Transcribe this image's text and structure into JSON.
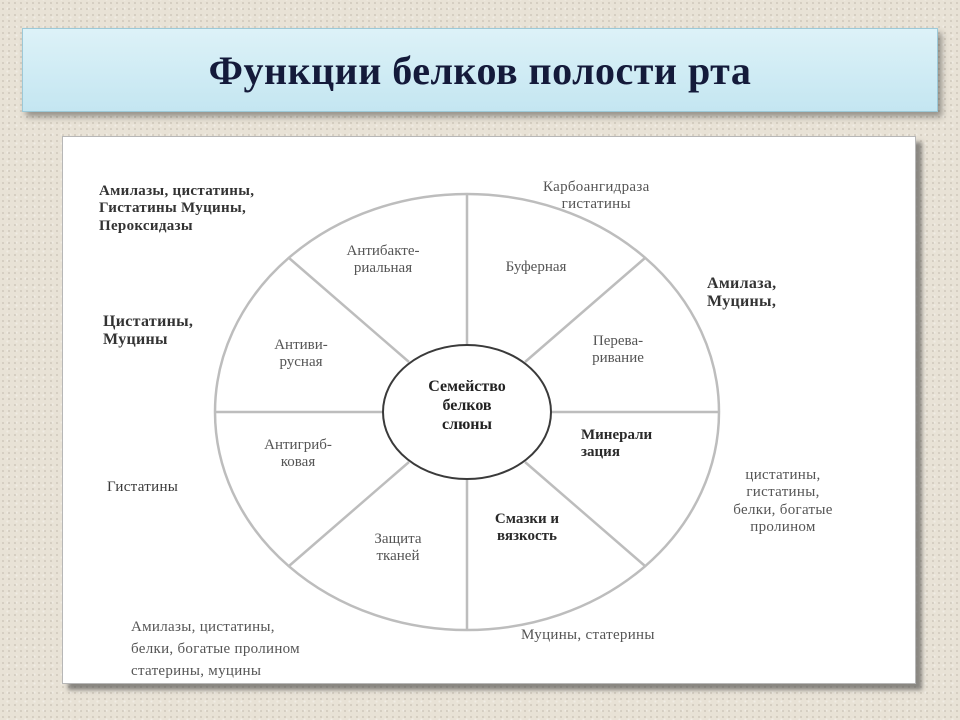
{
  "title": "Функции белков полости рта",
  "diagram": {
    "center": [
      "Семейство",
      "белков",
      "слюны"
    ],
    "segments": [
      {
        "id": "antibacterial",
        "lines": [
          "Антибакте-",
          "риальная"
        ]
      },
      {
        "id": "buffer",
        "lines": [
          "Буферная"
        ]
      },
      {
        "id": "digestion",
        "lines": [
          "Перева-",
          "ривание"
        ]
      },
      {
        "id": "mineralization",
        "lines": [
          "Минерали",
          "зация"
        ]
      },
      {
        "id": "lubrication",
        "lines": [
          "Смазки и",
          "вязкость"
        ]
      },
      {
        "id": "tissue-protection",
        "lines": [
          "Защита",
          "тканей"
        ]
      },
      {
        "id": "antifungal",
        "lines": [
          "Антигриб-",
          "ковая"
        ]
      },
      {
        "id": "antiviral",
        "lines": [
          "Антиви-",
          "русная"
        ]
      }
    ],
    "annotations": [
      {
        "id": "antibacterial",
        "lines": [
          "Амилазы, цистатины,",
          "Гистатины Муцины,",
          "Пероксидазы"
        ]
      },
      {
        "id": "buffer",
        "lines": [
          "Карбоангидраза",
          "гистатины"
        ]
      },
      {
        "id": "digestion",
        "lines": [
          "Амилаза,",
          "Муцины,"
        ]
      },
      {
        "id": "mineralization",
        "lines": [
          "цистатины,",
          "гистатины,",
          "белки, богатые",
          "пролином"
        ]
      },
      {
        "id": "lubrication",
        "lines": [
          "Муцины, статерины"
        ]
      },
      {
        "id": "tissue-protection",
        "lines": [
          "Амилазы, цистатины,",
          "белки, богатые пролином",
          "статерины, муцины"
        ]
      },
      {
        "id": "antifungal",
        "lines": [
          "Гистатины"
        ]
      },
      {
        "id": "antiviral",
        "lines": [
          "Цистатины,",
          "Муцины"
        ]
      }
    ]
  }
}
